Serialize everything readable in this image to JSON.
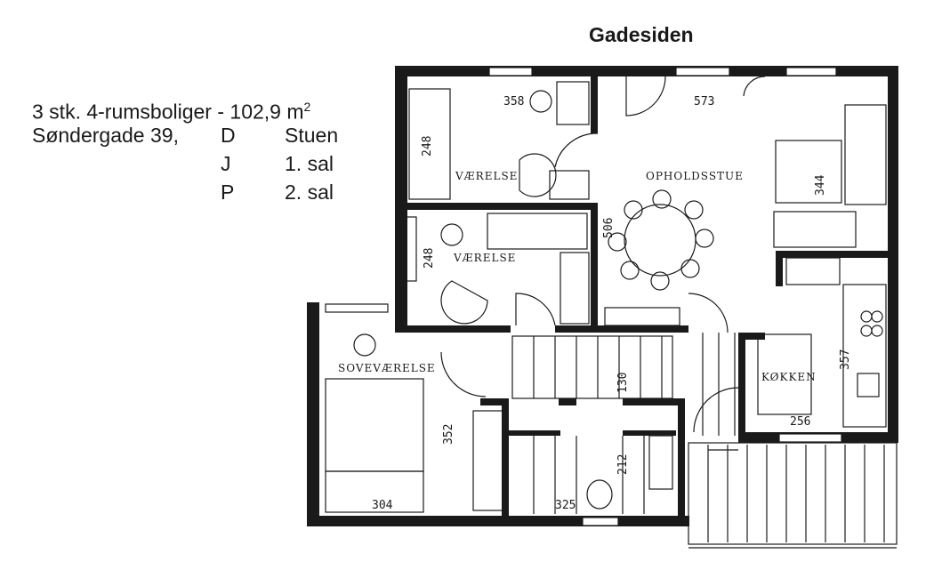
{
  "header": {
    "title": "Gadesiden"
  },
  "info": {
    "line1_main": "3 stk. 4-rumsboliger - 102,9 m",
    "line1_sup": "2",
    "address": "Søndergade 39,",
    "floors": [
      {
        "letter": "D",
        "floor": "Stuen"
      },
      {
        "letter": "J",
        "floor": "1. sal"
      },
      {
        "letter": "P",
        "floor": "2. sal"
      }
    ]
  },
  "rooms": {
    "vaerelse_1": "VÆRELSE",
    "vaerelse_2": "VÆRELSE",
    "opholdsstue": "OPHOLDSSTUE",
    "sovevaerelse": "SOVEVÆRELSE",
    "kokken": "KØKKEN"
  },
  "dimensions": {
    "d358": "358",
    "d573": "573",
    "d248a": "248",
    "d248b": "248",
    "d506": "506",
    "d344": "344",
    "d357": "357",
    "d352": "352",
    "d130": "130",
    "d212": "212",
    "d256": "256",
    "d304": "304",
    "d325": "325"
  }
}
